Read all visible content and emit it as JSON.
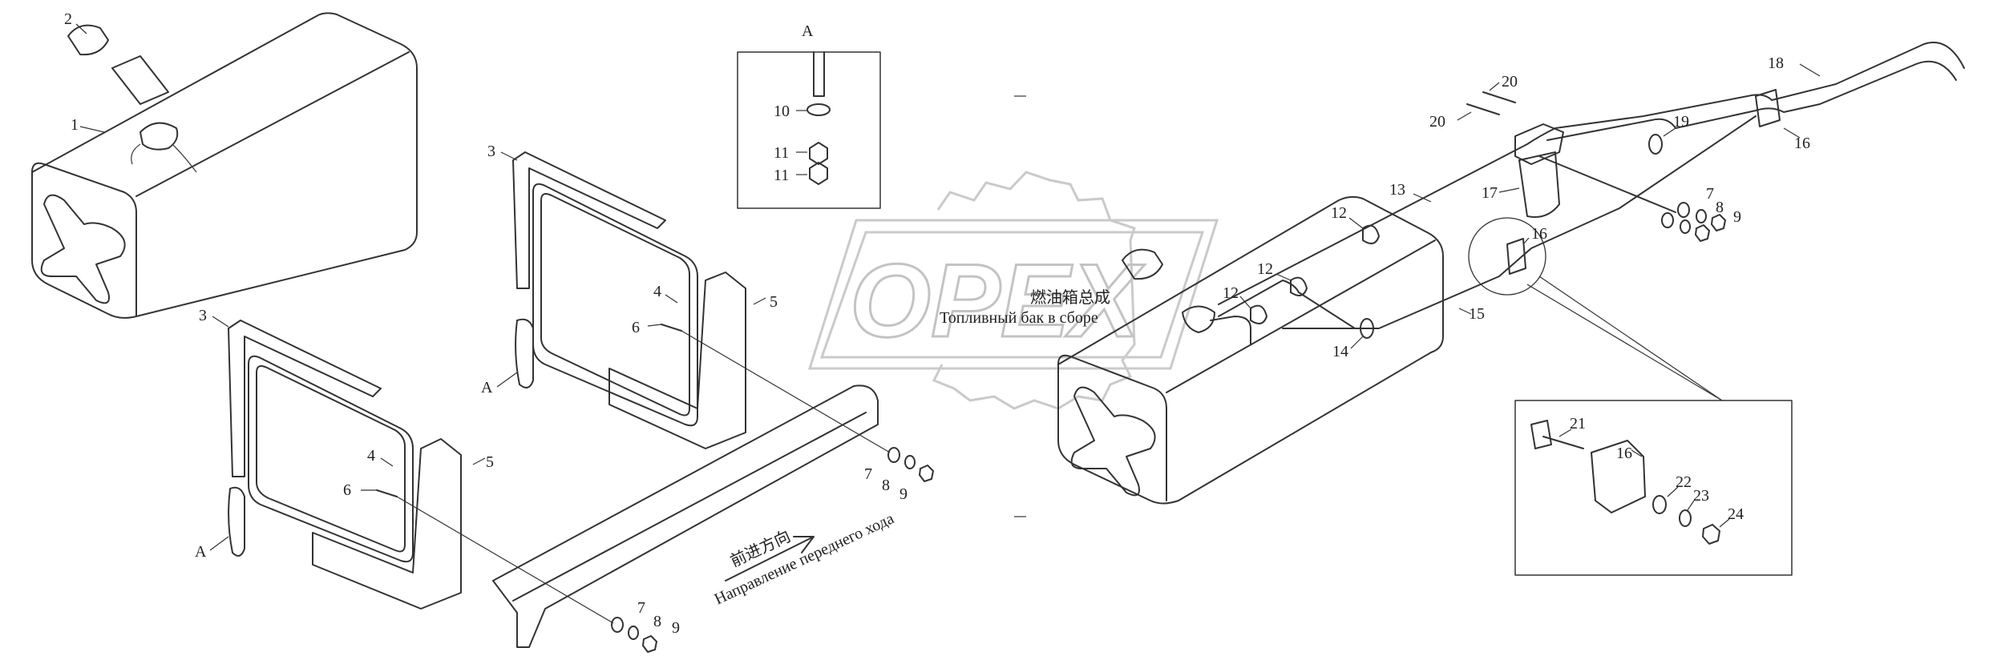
{
  "diagram": {
    "title_cn": "燃油箱总成",
    "title_ru": "Топливный бак в сборе",
    "direction_cn": "前进方向",
    "direction_ru": "Направление переднего хода",
    "watermark": "OPEX",
    "view_label": "A",
    "callouts": {
      "c1": "1",
      "c2": "2",
      "c3a": "3",
      "c3b": "3",
      "c4a": "4",
      "c4b": "4",
      "c5a": "5",
      "c5b": "5",
      "c6a": "6",
      "c6b": "6",
      "c7a": "7",
      "c7b": "7",
      "c7c": "7",
      "c8a": "8",
      "c8b": "8",
      "c8c": "8",
      "c9a": "9",
      "c9b": "9",
      "c9c": "9",
      "c10": "10",
      "c11a": "11",
      "c11b": "11",
      "c12a": "12",
      "c12b": "12",
      "c12c": "12",
      "c13": "13",
      "c14": "14",
      "c15": "15",
      "c16a": "16",
      "c16b": "16",
      "c16c": "16",
      "c17": "17",
      "c18": "18",
      "c19": "19",
      "c20a": "20",
      "c20b": "20",
      "c21": "21",
      "c22": "22",
      "c23": "23",
      "c24": "24",
      "ca1": "A",
      "ca2": "A"
    }
  }
}
